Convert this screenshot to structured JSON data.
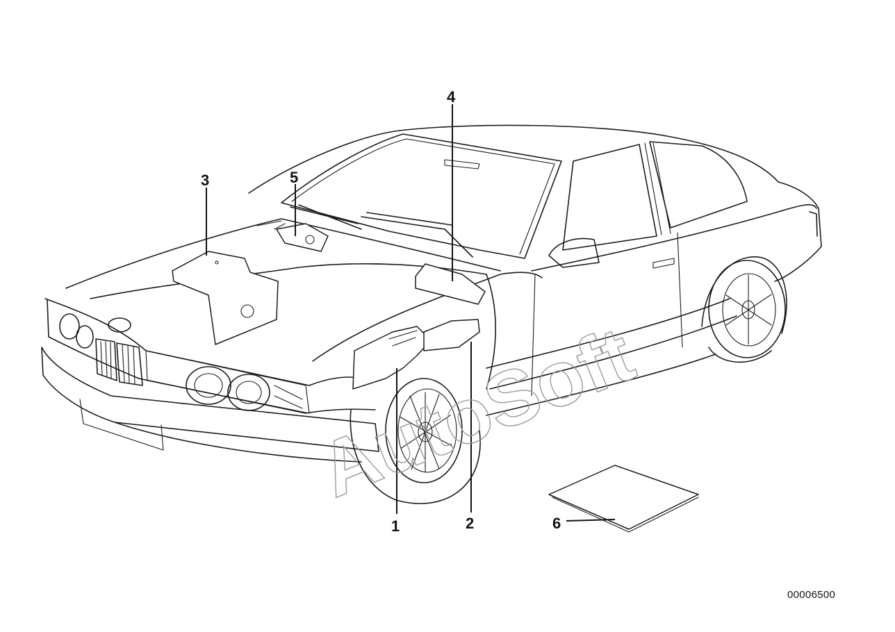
{
  "diagram": {
    "id_number": "00006500",
    "watermark": "AutoSoft",
    "callouts": [
      "1",
      "2",
      "3",
      "4",
      "5",
      "6"
    ]
  }
}
